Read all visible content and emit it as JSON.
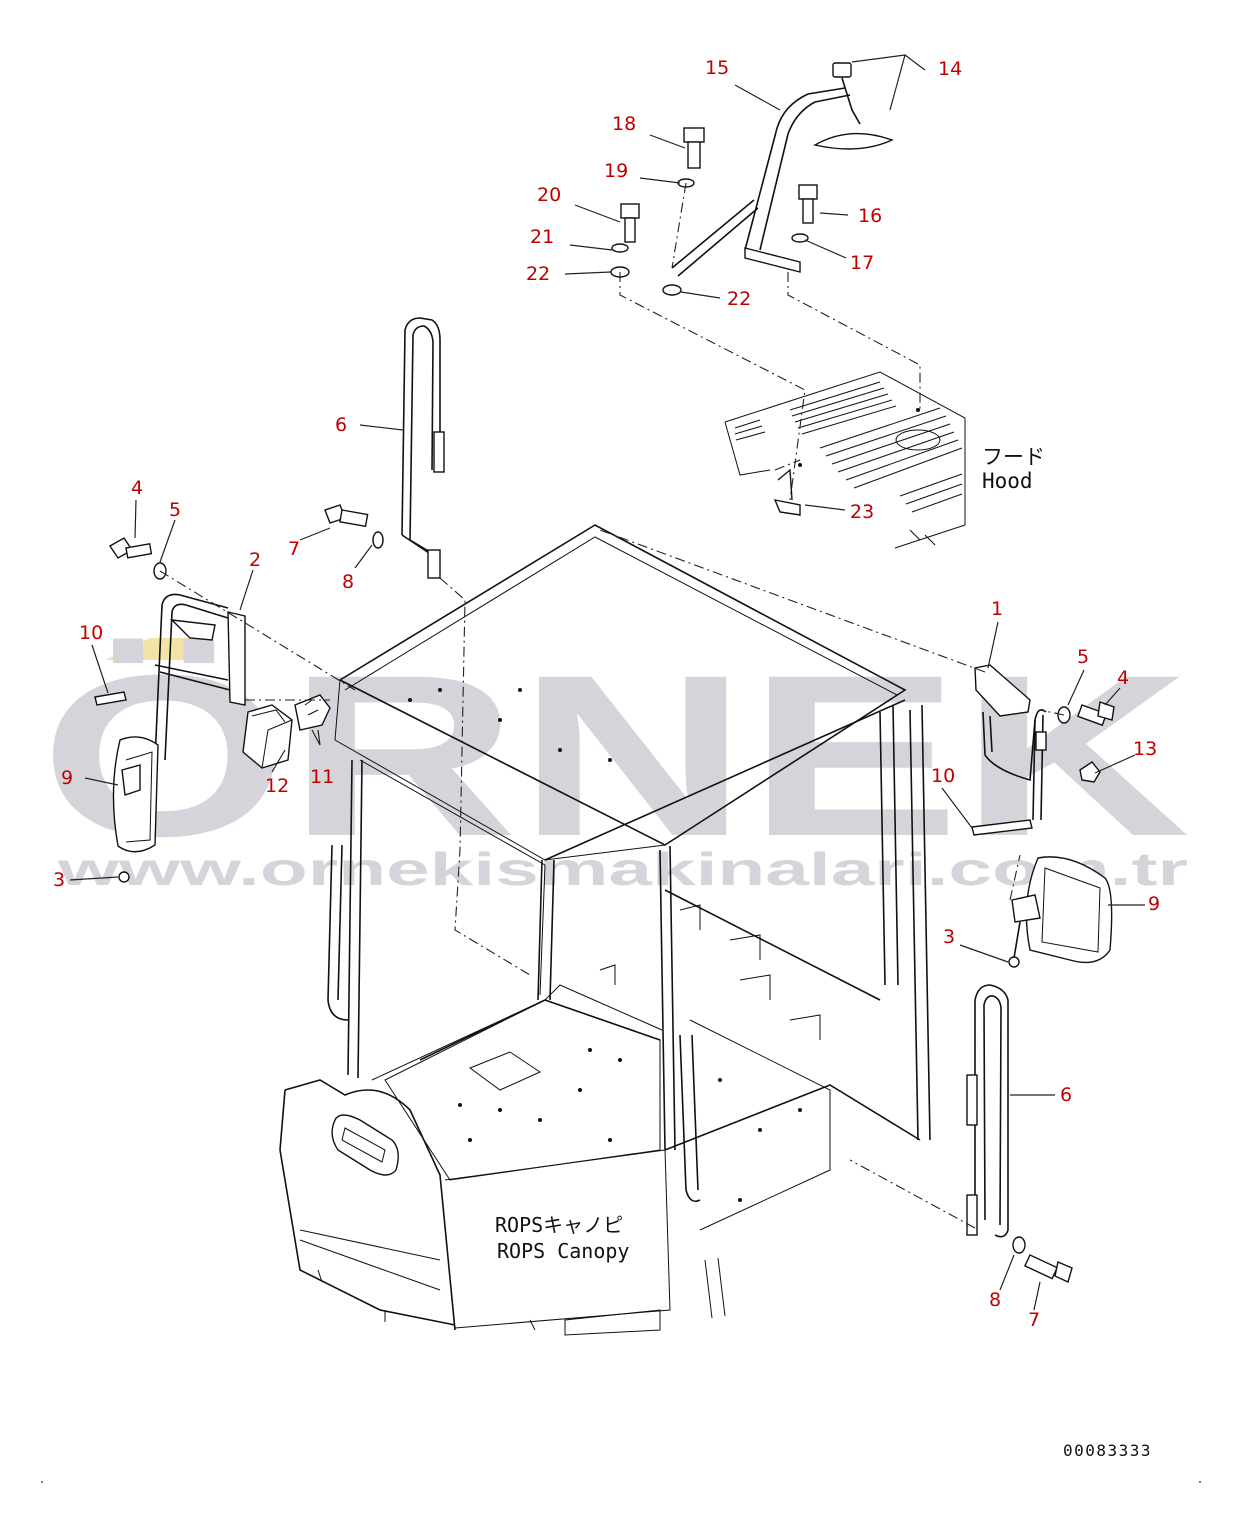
{
  "watermark": {
    "brand": "ÖRNEK",
    "url": "www.ornekismakinalari.com.tr",
    "color": "#d6d4db",
    "accent": "#f3e3a6"
  },
  "hood_label": {
    "jp": "フード",
    "en": "Hood"
  },
  "canopy_label": {
    "jp": "ROPSキャノピ",
    "en": "ROPS Canopy"
  },
  "drawing_number": "00083333",
  "callout_color": "#c00000",
  "callouts": [
    "15",
    "14",
    "18",
    "19",
    "20",
    "16",
    "21",
    "17",
    "22",
    "22",
    "6",
    "4",
    "5",
    "2",
    "7",
    "8",
    "23",
    "10",
    "12",
    "11",
    "9",
    "3",
    "1",
    "5",
    "4",
    "13",
    "10",
    "9",
    "3",
    "6",
    "8",
    "7"
  ]
}
